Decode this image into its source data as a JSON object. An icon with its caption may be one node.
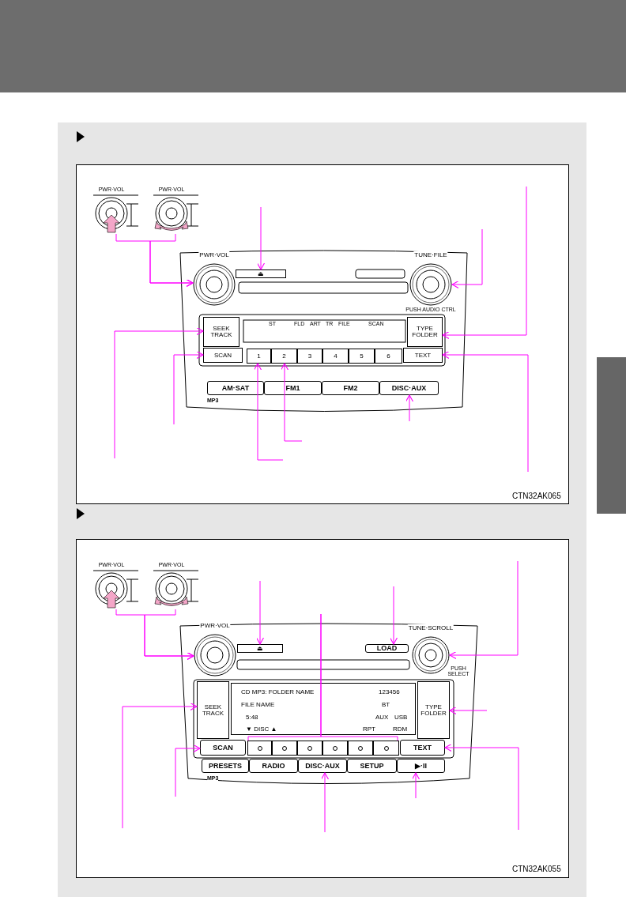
{
  "diagram": {
    "nodes": [
      {
        "text": [
          "PWR·VOL"
        ]
      },
      {
        "text": [
          "PWR·VOL"
        ]
      },
      {
        "text": [
          "PWR·VOL"
        ]
      },
      {
        "text": [
          "⏏"
        ]
      },
      {
        "text": [
          "TUNE·FILE",
          "PUSH AUDIO CTRL"
        ]
      },
      {
        "text": [
          "SEEK TRACK"
        ]
      },
      {
        "text": [
          "TYPE FOLDER"
        ]
      },
      {
        "text": [
          "SCAN"
        ]
      },
      {
        "text": [
          "1"
        ]
      },
      {
        "text": [
          "2"
        ]
      },
      {
        "text": [
          "3"
        ]
      },
      {
        "text": [
          "4"
        ]
      },
      {
        "text": [
          "5"
        ]
      },
      {
        "text": [
          "6"
        ]
      },
      {
        "text": [
          "TEXT"
        ]
      },
      {
        "text": [
          "AM·SAT"
        ]
      },
      {
        "text": [
          "FM1"
        ]
      },
      {
        "text": [
          "FM2"
        ]
      },
      {
        "text": [
          "DISC·AUX"
        ]
      },
      {
        "text": [
          "PWR·VOL"
        ]
      },
      {
        "text": [
          "PWR·VOL"
        ]
      },
      {
        "text": [
          "PWR·VOL"
        ]
      },
      {
        "text": [
          "⏏"
        ]
      },
      {
        "text": [
          "LOAD"
        ]
      },
      {
        "text": [
          "TUNE·SCROLL",
          "PUSH SELECT"
        ]
      },
      {
        "text": [
          "SEEK TRACK"
        ]
      },
      {
        "text": [
          "TYPE FOLDER"
        ]
      },
      {
        "text": [
          "CD MP3: FOLDER NAME",
          "123456",
          "FILE NAME",
          "BT",
          "5:48",
          "AUX",
          "USB",
          "▼ DISC ▲",
          "RPT",
          "RDM"
        ]
      },
      {
        "text": [
          "SCAN"
        ]
      },
      {
        "text": [],
        "shape": "box"
      },
      {
        "text": [],
        "shape": "box"
      },
      {
        "text": [],
        "shape": "box"
      },
      {
        "text": [],
        "shape": "box"
      },
      {
        "text": [],
        "shape": "box"
      },
      {
        "text": [],
        "shape": "box"
      },
      {
        "text": [
          "TEXT"
        ]
      },
      {
        "text": [
          "PRESETS"
        ]
      },
      {
        "text": [
          "RADIO"
        ]
      },
      {
        "text": [
          "DISC·AUX"
        ]
      },
      {
        "text": [
          "SETUP"
        ]
      },
      {
        "text": [
          "▶·II"
        ]
      },
      {
        "text": [],
        "shape": "box"
      }
    ],
    "edges": [
      {
        "from": 0,
        "to": 2,
        "arrow": "to"
      },
      {
        "from": 1,
        "to": 2,
        "arrow": "to"
      },
      {
        "from": null,
        "to": 3,
        "arrow": "to"
      },
      {
        "from": null,
        "to": 4,
        "arrow": "to"
      },
      {
        "from": null,
        "to": 6,
        "arrow": "to"
      },
      {
        "from": null,
        "to": 5,
        "arrow": "to"
      },
      {
        "from": null,
        "to": 7,
        "arrow": "to"
      },
      {
        "from": null,
        "to": 8,
        "arrow": "to"
      },
      {
        "from": null,
        "to": 9,
        "arrow": "to"
      },
      {
        "from": null,
        "to": 18,
        "arrow": "to"
      },
      {
        "from": null,
        "to": 14,
        "arrow": "to"
      },
      {
        "from": 19,
        "to": 21,
        "arrow": "to"
      },
      {
        "from": 20,
        "to": 21,
        "arrow": "to"
      },
      {
        "from": null,
        "to": 22,
        "arrow": "to"
      },
      {
        "from": null,
        "to": 23,
        "arrow": "to"
      },
      {
        "from": null,
        "to": 24,
        "arrow": "to"
      },
      {
        "from": null,
        "to": 25,
        "arrow": "to"
      },
      {
        "from": null,
        "to": 26,
        "arrow": "to"
      },
      {
        "from": null,
        "to": 29,
        "arrow": "none"
      },
      {
        "from": null,
        "to": 34,
        "arrow": "none"
      },
      {
        "from": null,
        "to": 28,
        "arrow": "to"
      },
      {
        "from": null,
        "to": 38,
        "arrow": "to"
      },
      {
        "from": null,
        "to": 40,
        "arrow": "to"
      },
      {
        "from": null,
        "to": 35,
        "arrow": "to"
      }
    ],
    "labels": [
      "ST",
      "FLD",
      "ART",
      "TR",
      "FILE",
      "SCAN",
      "MP3",
      "CTN32AK065",
      "MP3",
      "CTN32AK055"
    ]
  }
}
